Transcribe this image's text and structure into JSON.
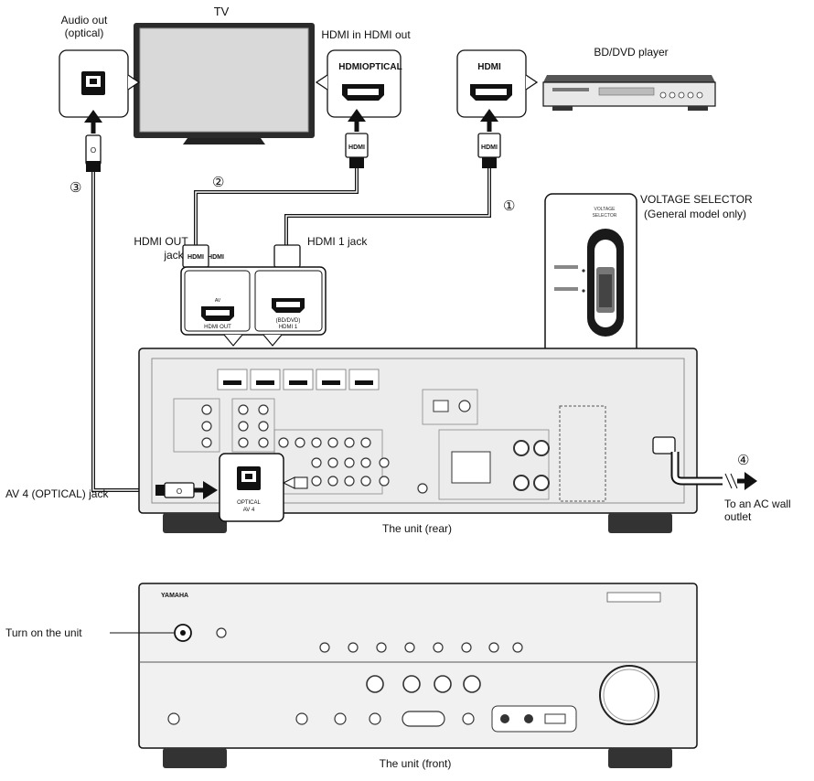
{
  "labels": {
    "tv": "TV",
    "audio_out": "Audio out",
    "audio_out_optical": "(optical)",
    "hdmi_in_hdmi_out": "HDMI in HDMI out",
    "hdmi_optical": "HDMIOPTICAL",
    "bd_dvd_player": "BD/DVD player",
    "hdmi_bd": "HDMI",
    "hdmi_plug_tv": "HDMI",
    "hdmi_plug_bd": "HDMI",
    "hdmi_plug_out_left": "HDMI",
    "hdmi_plug_out_right": "HDMI",
    "optical_plug_tv": "O",
    "optical_plug_av4": "O",
    "num_1": "①",
    "num_2": "②",
    "num_3": "③",
    "num_4": "④",
    "hdmi_out_jack_line1": "HDMI OUT",
    "hdmi_out_jack_line2": "jack",
    "hdmi_1_jack": "HDMI 1 jack",
    "jack_hdmi_out": "HDMI OUT",
    "jack_hdmi_1_line1": "(BD/DVD)",
    "jack_hdmi_1_line2": "HDMI 1",
    "jack_av_label": "AV",
    "voltage_selector": "VOLTAGE SELECTOR",
    "general_model_only": "(General model only)",
    "voltage_inset_title_1": "VOLTAGE",
    "voltage_inset_title_2": "SELECTOR",
    "av4_optical_jack": "AV 4 (OPTICAL) jack",
    "av4_inset_1": "OPTICAL",
    "av4_inset_2": "AV 4",
    "unit_rear": "The unit (rear)",
    "to_ac_wall_line1": "To an AC wall",
    "to_ac_wall_line2": "outlet",
    "turn_on_unit": "Turn on the unit",
    "yamaha": "YAMAHA",
    "unit_front": "The unit (front)"
  }
}
